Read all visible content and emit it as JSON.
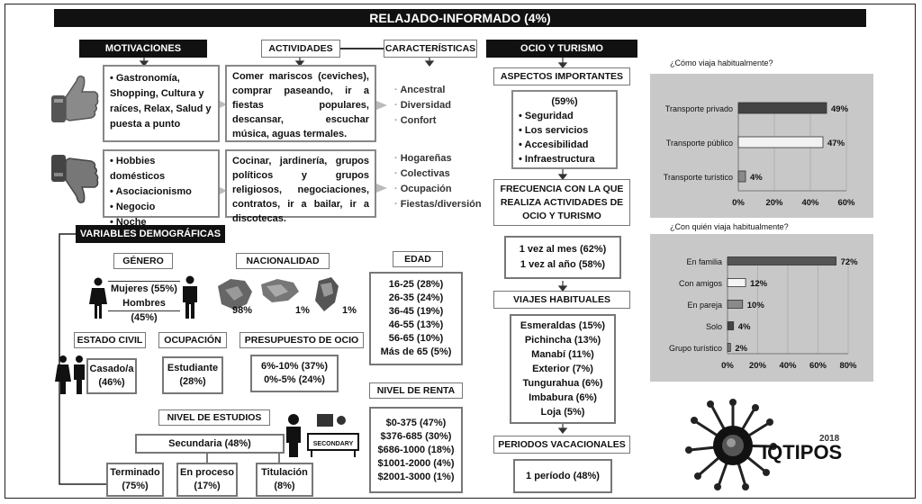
{
  "title": "RELAJADO-INFORMADO (4%)",
  "motivaciones": {
    "heading": "MOTIVACIONES",
    "positive": [
      "Gastronomía, Shopping, Cultura y raíces, Relax, Salud y puesta a punto"
    ],
    "negative": [
      "Hobbies domésticos",
      "Asociacionismo",
      "Negocio",
      "Noche"
    ]
  },
  "actividades": {
    "heading": "ACTIVIDADES",
    "positive": "Comer mariscos (ceviches), comprar paseando, ir a fiestas populares, descansar, escuchar música, aguas termales.",
    "negative": "Cocinar, jardinería, grupos políticos y grupos religiosos, negociaciones, contratos, ir a bailar, ir a discotecas."
  },
  "caracteristicas": {
    "heading": "CARACTERÍSTICAS",
    "positive": [
      "Ancestral",
      "Diversidad",
      "Confort"
    ],
    "negative": [
      "Hogareñas",
      "Colectivas",
      "Ocupación",
      "Fiestas/diversión"
    ]
  },
  "demograficas": {
    "heading": "VARIABLES DEMOGRÁFICAS",
    "genero": {
      "label": "GÉNERO",
      "lines": [
        "Mujeres (55%)",
        "Hombres (45%)"
      ]
    },
    "nacionalidad": {
      "label": "NACIONALIDAD",
      "values": [
        "98%",
        "1%",
        "1%"
      ]
    },
    "edad": {
      "label": "EDAD",
      "lines": [
        "16-25 (28%)",
        "26-35 (24%)",
        "36-45 (19%)",
        "46-55 (13%)",
        "56-65 (10%)",
        "Más de 65 (5%)"
      ]
    },
    "estado_civil": {
      "label": "ESTADO CIVIL",
      "lines": [
        "Casado/a",
        "(46%)"
      ]
    },
    "ocupacion": {
      "label": "OCUPACIÓN",
      "lines": [
        "Estudiante",
        "(28%)"
      ]
    },
    "presupuesto": {
      "label": "PRESUPUESTO DE OCIO",
      "lines": [
        "6%-10% (37%)",
        "0%-5% (24%)"
      ]
    },
    "renta": {
      "label": "NIVEL DE RENTA",
      "lines": [
        "$0-375 (47%)",
        "$376-685 (30%)",
        "$686-1000 (18%)",
        "$1001-2000 (4%)",
        "$2001-3000 (1%)"
      ]
    },
    "estudios": {
      "label": "NIVEL DE ESTUDIOS",
      "main": "Secundaria (48%)",
      "sub": [
        [
          "Terminado",
          "(75%)"
        ],
        [
          "En proceso",
          "(17%)"
        ],
        [
          "Titulación",
          "(8%)"
        ]
      ],
      "sign": "SECONDARY"
    }
  },
  "ocio": {
    "heading": "OCIO Y TURISMO",
    "aspectos": {
      "label": "ASPECTOS IMPORTANTES",
      "pct": "(59%)",
      "items": [
        "Seguridad",
        "Los servicios",
        "Accesibilidad",
        "Infraestructura"
      ]
    },
    "frecuencia": {
      "label": "FRECUENCIA CON LA QUE REALIZA ACTIVIDADES DE OCIO Y TURISMO",
      "lines": [
        "1 vez al mes (62%)",
        "1 vez al año (58%)"
      ]
    },
    "viajes": {
      "label": "VIAJES HABITUALES",
      "lines": [
        "Esmeraldas (15%)",
        "Pichincha (13%)",
        "Manabí (11%)",
        "Exterior (7%)",
        "Tungurahua (6%)",
        "Imbabura (6%)",
        "Loja (5%)"
      ]
    },
    "periodos": {
      "label": "PERIODOS VACACIONALES",
      "value": "1 período (48%)"
    }
  },
  "chart_data": [
    {
      "type": "bar",
      "orientation": "horizontal",
      "title": "¿Cómo viaja habitualmente?",
      "categories": [
        "Transporte privado",
        "Transporte público",
        "Transporte turístico"
      ],
      "values": [
        49,
        47,
        4
      ],
      "value_labels": [
        "49%",
        "47%",
        "4%"
      ],
      "ticks": [
        "0%",
        "20%",
        "40%",
        "60%"
      ],
      "xlim": [
        0,
        60
      ],
      "colors": [
        "#444444",
        "#f2f2f2",
        "#8a8a8a"
      ]
    },
    {
      "type": "bar",
      "orientation": "horizontal",
      "title": "¿Con quién viaja habitualmente?",
      "categories": [
        "En familia",
        "Con amigos",
        "En pareja",
        "Solo",
        "Grupo turístico"
      ],
      "values": [
        72,
        12,
        10,
        4,
        2
      ],
      "value_labels": [
        "72%",
        "12%",
        "10%",
        "4%",
        "2%"
      ],
      "ticks": [
        "0%",
        "20%",
        "40%",
        "60%",
        "80%"
      ],
      "xlim": [
        0,
        80
      ],
      "colors": [
        "#555555",
        "#f5f5f5",
        "#8a8a8a",
        "#444444",
        "#777777"
      ]
    }
  ],
  "logo": {
    "text": "IQTIPOS",
    "year": "2018"
  }
}
